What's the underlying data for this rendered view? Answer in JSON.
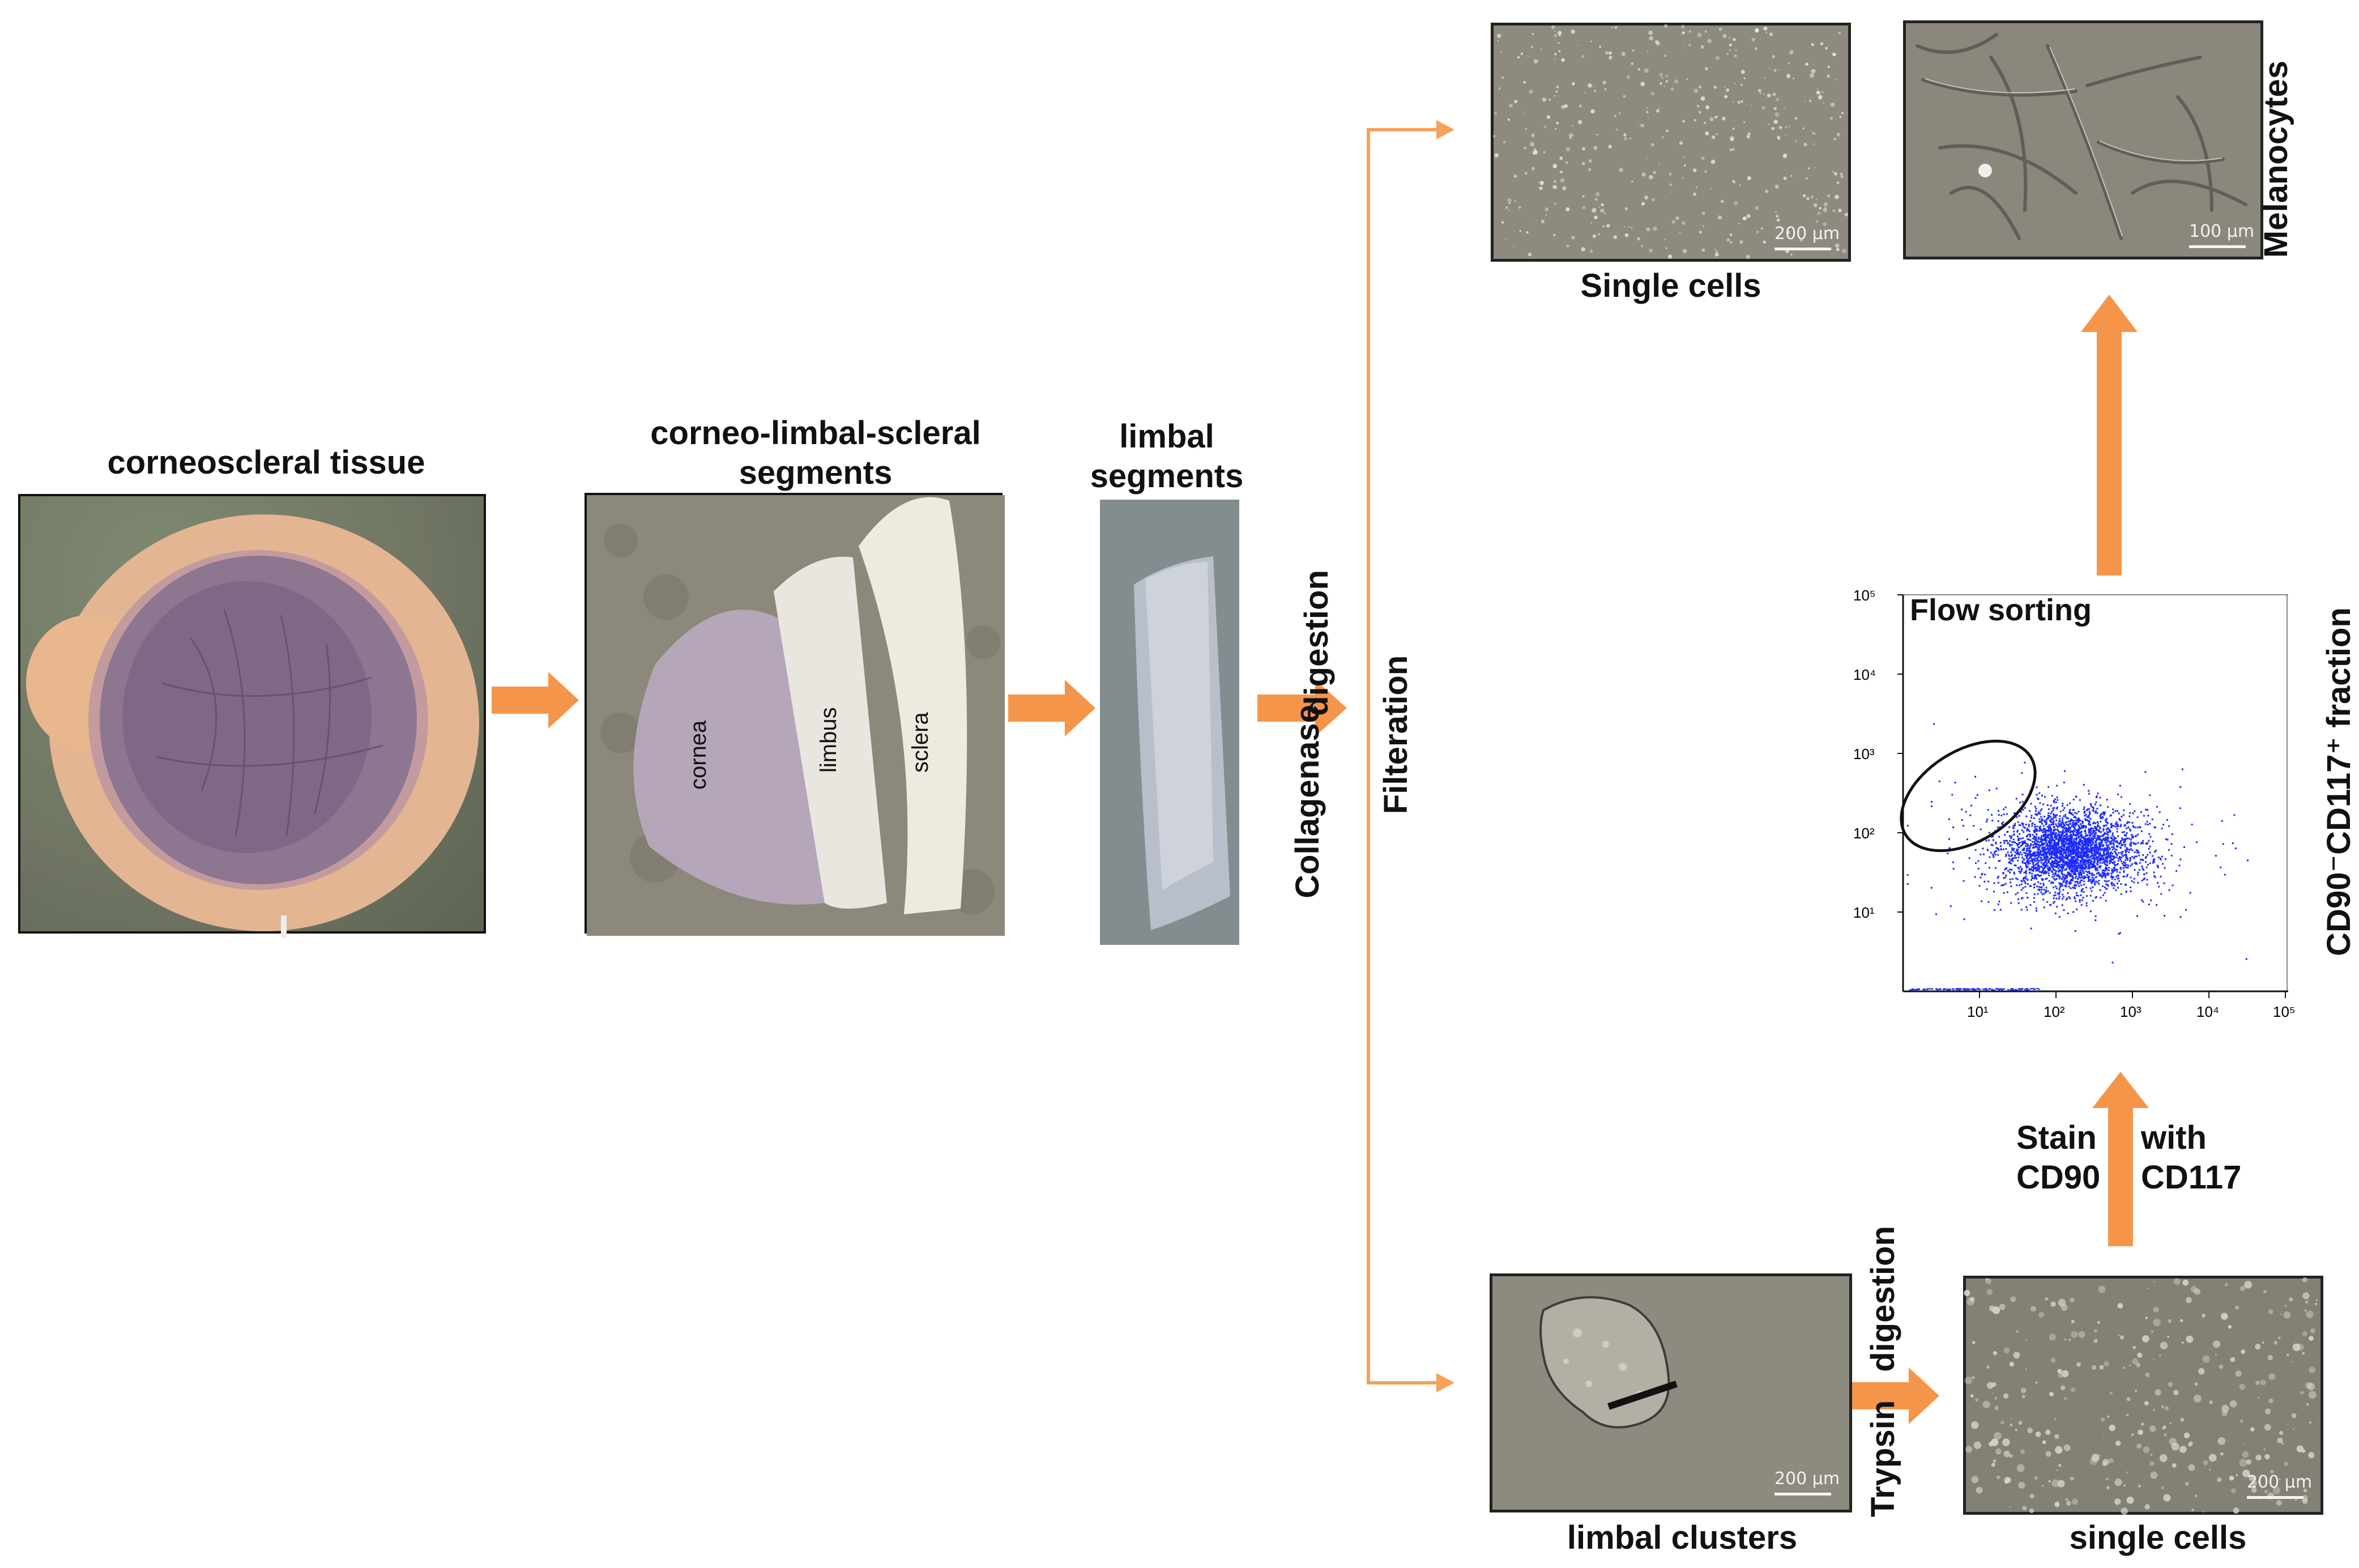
{
  "colors": {
    "arrow": "#f5954a",
    "line": "#f7a15a",
    "dots": "#1d2bff",
    "photo_bg": "#8a857a"
  },
  "labels": {
    "corneoscleral_tissue": "corneoscleral tissue",
    "segments_line1": "corneo-limbal-scleral",
    "segments_line2": "segments",
    "limbal_line1": "limbal",
    "limbal_line2": "segments",
    "collagenase": "Collagenase",
    "digestion1": "digestion",
    "filteration": "Filteration",
    "single_cells_top": "Single cells",
    "melanocytes": "Melanocytes",
    "flow_sorting": "Flow sorting",
    "fraction": "CD90⁻CD117⁺ fraction",
    "stain": "Stain",
    "with": "with",
    "cd90": "CD90",
    "cd117": "CD117",
    "trypsin": "Trypsin",
    "digestion2": "digestion",
    "limbal_clusters": "limbal clusters",
    "single_cells_bottom": "single cells"
  },
  "photo_labels": {
    "cornea": "cornea",
    "limbus": "limbus",
    "sclera": "sclera"
  },
  "scale_bars": {
    "single_top": "200 µm",
    "melanocytes": "100 µm",
    "clusters": "200 µm",
    "single_bottom": "200 µm"
  },
  "axis_ticks": {
    "y": [
      "10⁵",
      "10⁴",
      "10³",
      "10²",
      "10¹"
    ],
    "x": [
      "10¹",
      "10²",
      "10³",
      "10⁴",
      "10⁵"
    ]
  },
  "chart_data": {
    "type": "scatter",
    "title": "Flow sorting",
    "xscale": "log",
    "yscale": "log",
    "xlim": [
      1,
      100000
    ],
    "ylim": [
      1,
      100000
    ],
    "population_center": [
      150,
      60
    ],
    "gate_center": [
      30,
      500
    ]
  }
}
